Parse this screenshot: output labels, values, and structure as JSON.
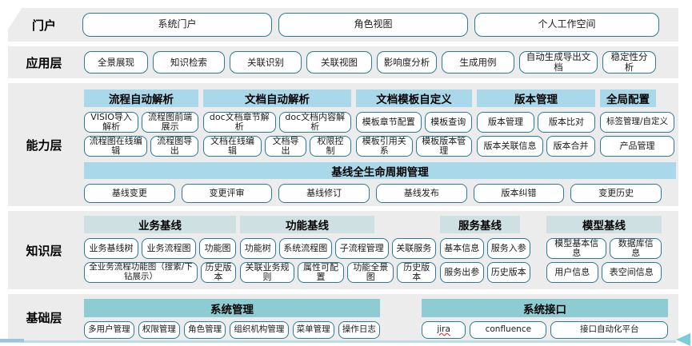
{
  "portal": {
    "label": "门户",
    "buttons": [
      "系统门户",
      "角色视图",
      "个人工作空间"
    ]
  },
  "application": {
    "label": "应用层",
    "buttons": [
      "全景展现",
      "知识检索",
      "关联识别",
      "关联视图",
      "影响度分析",
      "生成用例",
      "自动生成导出文档",
      "稳定性分析"
    ]
  },
  "capability": {
    "label": "能力层",
    "groups": [
      {
        "header": "流程自动解析",
        "rows": [
          [
            "VISIO导入解析",
            "流程图前端展示"
          ],
          [
            "流程图在线编辑",
            "流程图导出"
          ]
        ]
      },
      {
        "header": "文档自动解析",
        "rows": [
          [
            "doc文档章节解析",
            "doc文档内容解析"
          ],
          [
            "文档在线编辑",
            "文档导出",
            "权限控制"
          ]
        ]
      },
      {
        "header": "文档模板自定义",
        "rows": [
          [
            "模板章节配置",
            "模板查询"
          ],
          [
            "模板引用关系",
            "模板版本管理"
          ]
        ]
      },
      {
        "header": "版本管理",
        "rows": [
          [
            "版本管理",
            "版本比对"
          ],
          [
            "版本关联信息",
            "版本合并"
          ]
        ]
      },
      {
        "header": "全局配置",
        "rows": [
          [
            "标签管理/自定义"
          ],
          [
            "产品管理"
          ]
        ]
      }
    ],
    "baseline": {
      "header": "基线全生命周期管理",
      "buttons": [
        "基线变更",
        "变更评审",
        "基线修订",
        "基线发布",
        "版本纠错",
        "变更历史"
      ]
    }
  },
  "knowledge": {
    "label": "知识层",
    "groups": [
      {
        "header": "业务基线",
        "rows": [
          [
            "业务基线树",
            "业务流程图",
            "功能图"
          ],
          [
            "全业务流程功能图（搜索/下钻展示）",
            "历史版本"
          ]
        ]
      },
      {
        "header": "功能基线",
        "rows": [
          [
            "功能树",
            "系统流程图",
            "子流程管理",
            "关联服务"
          ],
          [
            "关联业务规则",
            "属性可配置",
            "功能全景图",
            "历史版本"
          ]
        ]
      },
      {
        "header": "服务基线",
        "rows": [
          [
            "基本信息",
            "服务入参"
          ],
          [
            "服务出参",
            "历史版本"
          ]
        ]
      },
      {
        "header": "模型基线",
        "rows": [
          [
            "模型基本信息",
            "数据库信息"
          ],
          [
            "用户信息",
            "表空间信息"
          ]
        ]
      }
    ]
  },
  "foundation": {
    "label": "基础层",
    "groups": [
      {
        "header": "系统管理",
        "buttons": [
          "多用户管理",
          "权限管理",
          "角色管理",
          "组织机构管理",
          "菜单管理",
          "操作日志"
        ]
      },
      {
        "header": "系统接口",
        "buttons": [
          "jira",
          "confluence",
          "接口自动化平台"
        ]
      }
    ]
  },
  "colors": {
    "band_background": "#ececec",
    "header_light_blue": "#a8d8e9",
    "header_gray_teal": "#cfe0e3",
    "header_teal": "#8cccd2",
    "box_border": "#2c7b96",
    "bottom_line": "#bcdce8",
    "bottom_arrow": "#7dccd9"
  }
}
